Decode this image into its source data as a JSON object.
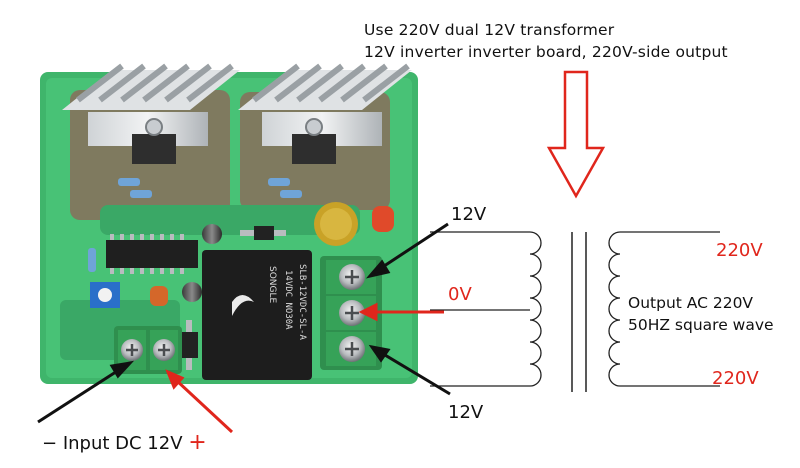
{
  "notes": {
    "line1": "Use 220V dual 12V transformer",
    "line2": "12V inverter inverter board, 220V-side output"
  },
  "terminals": {
    "top": "12V",
    "mid": "0V",
    "bottom": "12V"
  },
  "secondary": {
    "top": "220V",
    "bottom": "220V",
    "output_line1": "Output AC 220V",
    "output_line2": "50HZ square wave"
  },
  "input": {
    "minus": "−",
    "label": "Input DC 12V",
    "plus": "+"
  },
  "board": {
    "relay_brand": "SONGLE",
    "relay_line1": "14VDC  NO30A",
    "relay_line2": "SLB-12VDC-SL-A"
  },
  "colors": {
    "accent_red": "#e0261c",
    "pcb_green": "#3fb56b",
    "text": "#111111"
  }
}
